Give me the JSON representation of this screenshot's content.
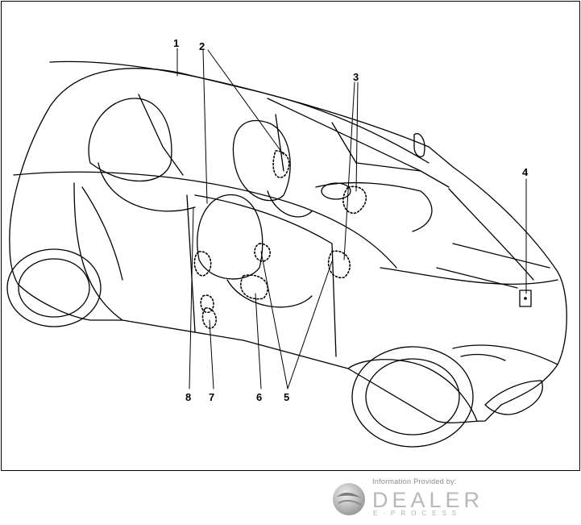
{
  "callouts": [
    "1",
    "2",
    "3",
    "4",
    "5",
    "6",
    "7",
    "8"
  ],
  "branding": {
    "provided_by": "Information Provided by:",
    "brand": "DEALER",
    "tagline": "E-PROCESS"
  }
}
